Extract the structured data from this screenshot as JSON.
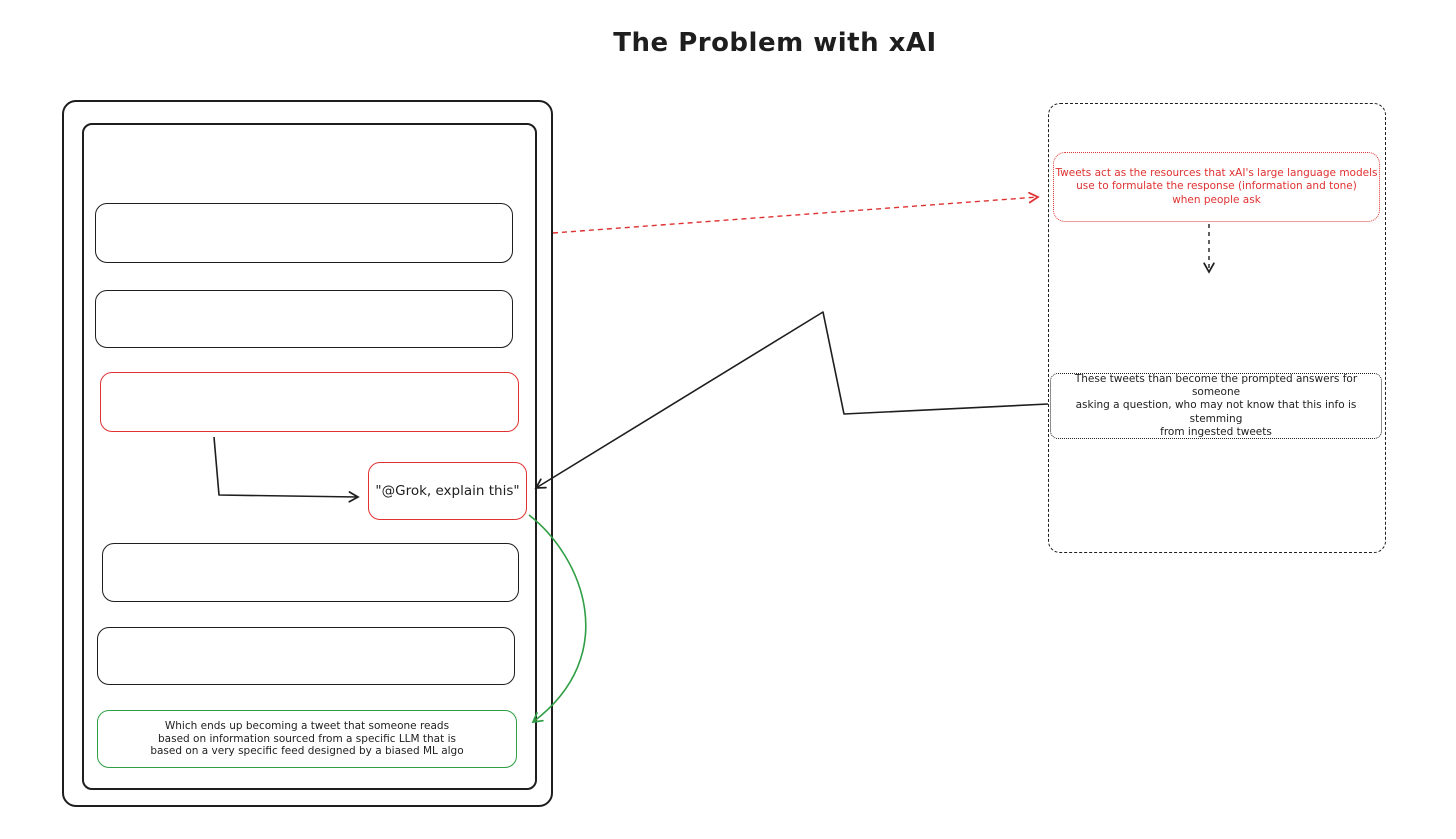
{
  "title": "The Problem with xAI",
  "colors": {
    "stroke_black": "#1e1e1e",
    "accent_red": "#e03131",
    "accent_green": "#2f9e44"
  },
  "feed": {
    "tweet_placeholder_count": 5,
    "grok_label": "\"@Grok, explain this\"",
    "outcome_text": "Which ends up becoming a tweet that someone reads\nbased on information sourced from a specific LLM that is\nbased on a very specific feed designed by a biased ML algo"
  },
  "right_panel": {
    "resources_text": "Tweets act as the resources that xAI's large language models\nuse to formulate the response (information and tone)\nwhen people ask",
    "answers_text": "These tweets than become the prompted answers for someone\nasking a question, who may not know that this info is stemming\nfrom ingested tweets"
  }
}
